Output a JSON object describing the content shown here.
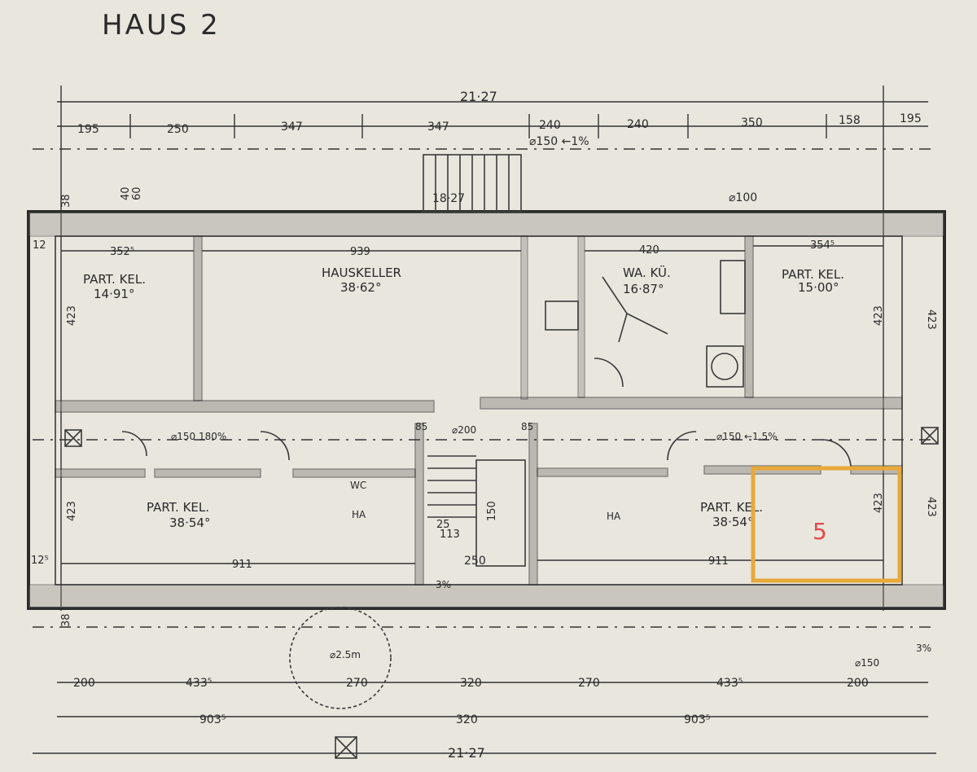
{
  "title": "HAUS 2",
  "rooms": [
    {
      "name": "PART. KEL.",
      "area": "14·91°"
    },
    {
      "name": "HAUSKELLER",
      "area": "38·62°"
    },
    {
      "name": "WA. KÜ.",
      "area": "16·87°"
    },
    {
      "name": "PART. KEL.",
      "area": "15·00°"
    },
    {
      "name": "PART. KEL.",
      "area": "38·54°"
    },
    {
      "name": "PART. KEL.",
      "area": "38·54°"
    }
  ],
  "highlight": {
    "label": "5",
    "color": "#e8a93a",
    "text_color": "#e24a4a"
  },
  "dimensions": {
    "total_top": "21·27",
    "total_bottom": "21·27",
    "top_row": [
      "195",
      "250",
      "347",
      "347",
      "240",
      "240",
      "350",
      "158",
      "195"
    ],
    "bottom_row": [
      "200",
      "433⁵",
      "270",
      "320",
      "270",
      "433⁵",
      "200"
    ],
    "bottom_sub": [
      "903⁵",
      "320",
      "903⁵"
    ],
    "room_widths": [
      "352⁵",
      "939",
      "420",
      "354⁵",
      "911",
      "911"
    ],
    "side_heights": [
      "423",
      "423",
      "423",
      "423",
      "423",
      "423"
    ],
    "wall_marks": [
      "38",
      "12",
      "12⁵",
      "38",
      "40",
      "60"
    ],
    "stair": [
      "18·27",
      "150",
      "113",
      "25",
      "250"
    ],
    "misc": [
      "⌀150 ←1%",
      "⌀100",
      "⌀200",
      "⌀150 ←1.5%",
      "⌀150 180%",
      "⌀150",
      "⌀2.5m",
      "3%",
      "WC",
      "HA",
      "WC/",
      "85",
      "3%"
    ]
  },
  "icons": [
    "boiler-icon",
    "window-cross-icon",
    "drain-icon"
  ]
}
